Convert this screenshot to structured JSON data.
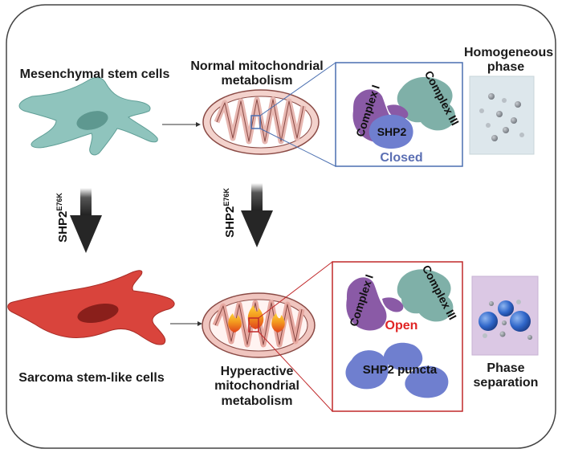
{
  "top": {
    "msc_label": "Mesenchymal stem cells",
    "normal_label_1": "Normal mitochondrial",
    "normal_label_2": "metabolism",
    "homog_label_1": "Homogeneous",
    "homog_label_2": "phase",
    "complex1": "Complex I",
    "complex3": "Complex III",
    "shp2": "SHP2",
    "closed": "Closed"
  },
  "mutation": {
    "base": "SHP2",
    "sup": "E76K"
  },
  "bottom": {
    "sarcoma_label": "Sarcoma stem-like cells",
    "hyper_label_1": "Hyperactive",
    "hyper_label_2": "mitochondrial",
    "hyper_label_3": "metabolism",
    "complex1": "Complex I",
    "complex3": "Complex III",
    "open": "Open",
    "puncta": "SHP2 puncta",
    "phase_label_1": "Phase",
    "phase_label_2": "separation"
  },
  "colors": {
    "msc_cell": "#8fc4bd",
    "sarcoma_cell": "#d9443c",
    "complex1": "#8a5aa6",
    "complex3": "#7fb0a8",
    "shp2": "#6f7fcf",
    "closed_text": "#5b6fb3",
    "open_text": "#e02424",
    "blue_box": "#4a6fb0",
    "red_box": "#c0282a",
    "homog_bg": "#dde7ec",
    "phase_bg": "#dbc8e4"
  }
}
